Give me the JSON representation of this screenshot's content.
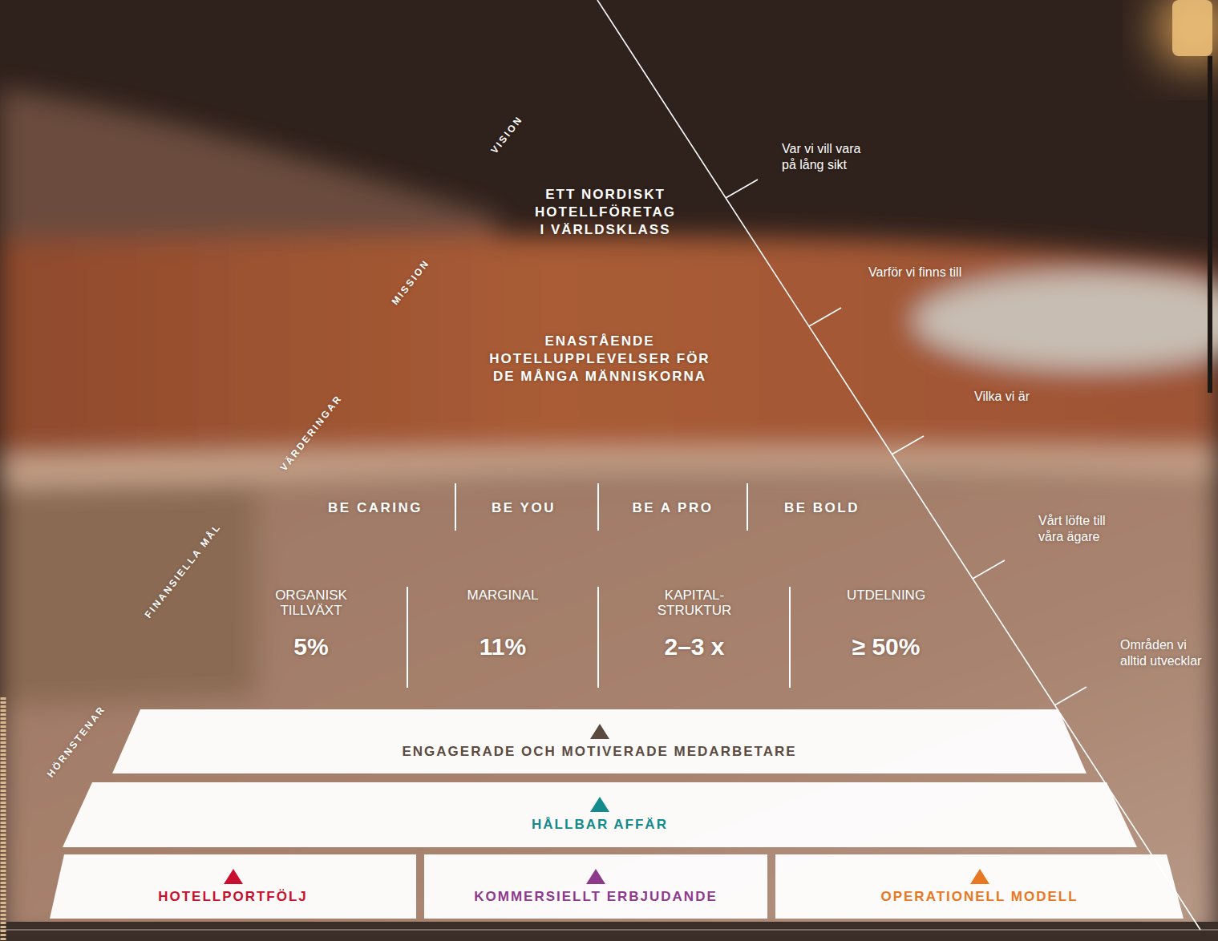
{
  "diagram": {
    "nodes": [
      {
        "text": [
          "ENGAGERADE OCH MOTIVERADE MEDARBETARE"
        ]
      },
      {
        "text": [
          "HÅLLBAR AFFÄR"
        ]
      },
      {
        "text": [
          "HOTELLPORTFÖLJ"
        ]
      },
      {
        "text": [
          "KOMMERSIELLT ERBJUDANDE"
        ]
      },
      {
        "text": [
          "OPERATIONELL MODELL"
        ]
      }
    ],
    "labels": [
      "VISION",
      "ETT NORDISKT HOTELLFÖRETAG I VÄRLDSKLASS",
      "MISSION",
      "ENASTÅENDE HOTELLUPPLEVELSER FÖR DE MÅNGA MÄNNISKORNA",
      "VÄRDERINGAR",
      "BE CARING",
      "BE YOU",
      "BE A PRO",
      "BE BOLD",
      "FINANSIELLA MÅL",
      "ORGANISK TILLVÄXT",
      "5%",
      "MARGINAL",
      "11%",
      "KAPITAL- STRUKTUR",
      "2–3 x",
      "UTDELNING",
      "≥ 50%",
      "HÖRNSTENAR",
      "Var vi vill vara på lång sikt",
      "Varför vi finns till",
      "Vilka vi är",
      "Vårt löfte till våra ägare",
      "Områden vi alltid utvecklar"
    ]
  }
}
